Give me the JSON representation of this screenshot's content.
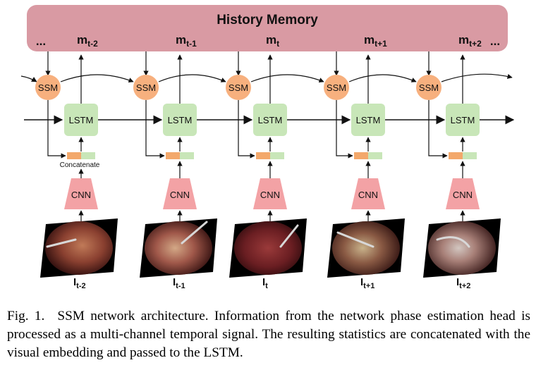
{
  "memory": {
    "title": "History Memory",
    "left_ellipsis": "...",
    "right_ellipsis": "...",
    "labels": [
      {
        "base": "m",
        "sub": "t-2"
      },
      {
        "base": "m",
        "sub": "t-1"
      },
      {
        "base": "m",
        "sub": "t"
      },
      {
        "base": "m",
        "sub": "t+1"
      },
      {
        "base": "m",
        "sub": "t+2"
      }
    ]
  },
  "blocks": {
    "ssm": "SSM",
    "lstm": "LSTM",
    "cnn": "CNN",
    "concat_label": "Concatenate"
  },
  "frames": [
    {
      "base": "I",
      "sub": "t-2"
    },
    {
      "base": "I",
      "sub": "t-1"
    },
    {
      "base": "I",
      "sub": "t"
    },
    {
      "base": "I",
      "sub": "t+1"
    },
    {
      "base": "I",
      "sub": "t+2"
    }
  ],
  "caption": {
    "figure": "Fig. 1.",
    "text": "SSM network architecture. Information from the network phase estimation head is processed as a multi-channel temporal signal. The resulting statistics are concatenated with the visual embedding and passed to the LSTM."
  },
  "colors": {
    "memory_fill": "#d99aa3",
    "ssm_fill": "#f7b07e",
    "lstm_fill": "#c8e6b8",
    "cnn_fill": "#f3a2a5",
    "concat_orange": "#f3a86b",
    "concat_green": "#c8e6b8"
  }
}
